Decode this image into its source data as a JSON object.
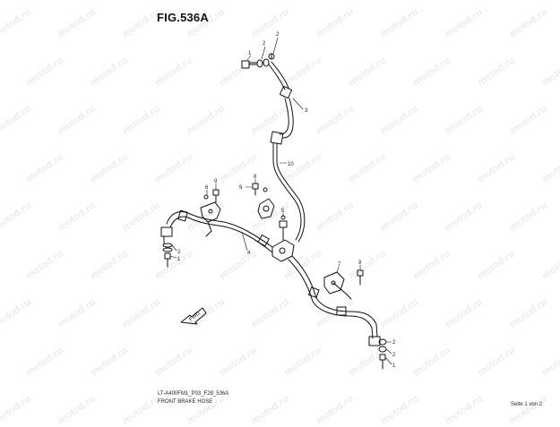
{
  "header": {
    "title": "FIG.536A"
  },
  "footer": {
    "model_code": "LT-A400FM1_P03_F28_536A",
    "part_name": "FRONT BRAKE HOSE",
    "page_indicator": "Seite 1 von 2"
  },
  "watermark": {
    "text": "motod.ru"
  },
  "direction_marker": {
    "text": "FWD"
  },
  "callouts": {
    "c1a": "1",
    "c2a": "2",
    "c2b": "2",
    "c3": "3",
    "c10": "10",
    "c8": "8",
    "c9a": "9",
    "c6": "6",
    "c9b": "9",
    "c5": "5",
    "c2c": "2",
    "c1b": "1",
    "c4": "4",
    "c7": "7",
    "c9c": "9",
    "c2d": "2",
    "c2e": "2",
    "c1c": "1"
  },
  "colors": {
    "line": "#111111",
    "watermark": "#ececec",
    "background": "#ffffff"
  }
}
